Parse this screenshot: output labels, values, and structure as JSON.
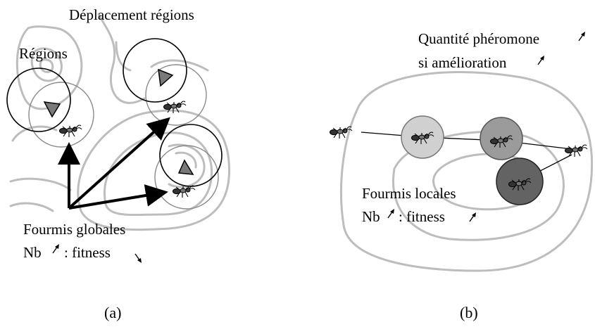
{
  "panel_a": {
    "title_move": "Déplacement régions",
    "title_regions": "Régions",
    "label_global": "Fourmis globales",
    "label_nb": "Nb",
    "label_fitness": ": fitness",
    "caption": "(a)"
  },
  "panel_b": {
    "title_line1": "Quantité phéromone",
    "title_line2": "si amélioration",
    "label_local": "Fourmis locales",
    "label_nb": "Nb",
    "label_fitness": ": fitness",
    "caption": "(b)"
  },
  "icons": {
    "ant": "ant-icon",
    "triangle": "region-triangle-icon",
    "up_arrow": "increase-arrow-icon",
    "down_arrow": "decrease-arrow-icon"
  },
  "colors": {
    "contour": "#bdbdbd",
    "circle_light": "#d0d0d0",
    "circle_mid": "#9b9b9b",
    "circle_dark": "#636363",
    "triangle": "#7a7a7a"
  }
}
